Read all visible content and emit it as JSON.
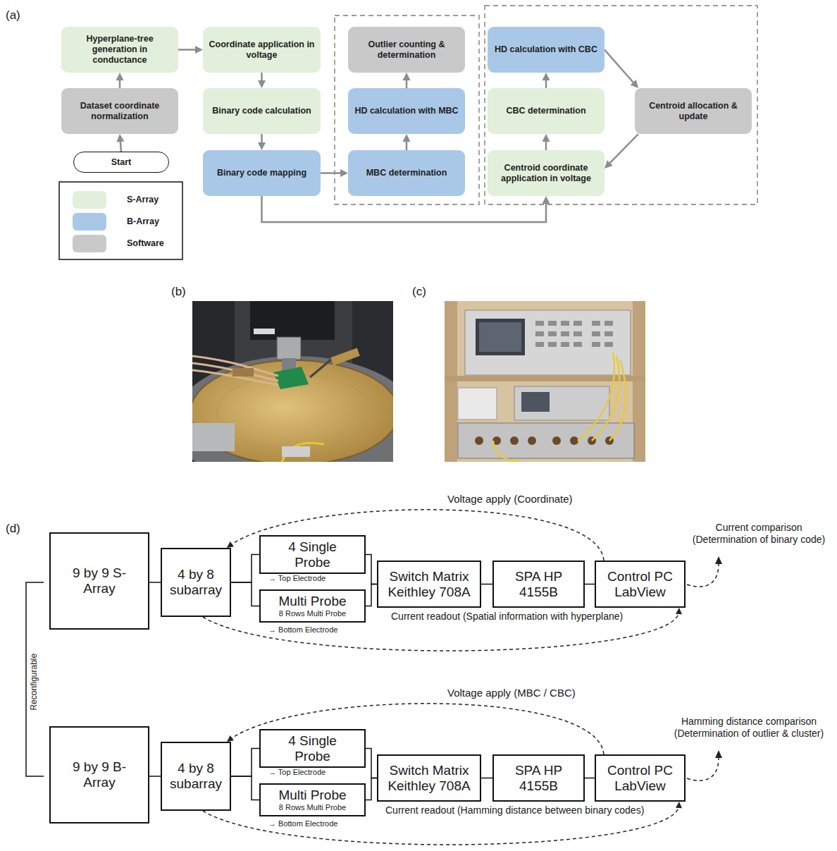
{
  "diagram": {
    "nodes": [
      {
        "text": [
          "Hyperplane-tree generation in conductance"
        ]
      },
      {
        "text": [
          "Dataset coordinate normalization"
        ]
      },
      {
        "text": [
          "Start"
        ]
      },
      {
        "text": [
          "Coordinate application in voltage"
        ]
      },
      {
        "text": [
          "Binary code calculation"
        ]
      },
      {
        "text": [
          "Binary code mapping"
        ]
      },
      {
        "text": [
          "Outlier counting & determination"
        ]
      },
      {
        "text": [
          "HD calculation with MBC"
        ]
      },
      {
        "text": [
          "MBC determination"
        ]
      },
      {
        "text": [
          "HD calculation with CBC"
        ]
      },
      {
        "text": [
          "CBC determination"
        ]
      },
      {
        "text": [
          "Centroid coordinate application in voltage"
        ]
      },
      {
        "text": [
          "Centroid allocation & update"
        ]
      },
      {
        "text": [
          "9 by 9 S-Array"
        ]
      },
      {
        "text": [
          "4 by 8 subarray"
        ]
      },
      {
        "text": [
          "4 Single Probe"
        ]
      },
      {
        "text": [
          "Multi Probe",
          "8 Rows Multi Probe"
        ]
      },
      {
        "text": [
          "Switch Matrix Keithley 708A"
        ]
      },
      {
        "text": [
          "SPA HP 4155B"
        ]
      },
      {
        "text": [
          "Control PC LabView"
        ]
      },
      {
        "text": [
          "9 by 9 B-Array"
        ]
      },
      {
        "text": [
          "4 by 8 subarray"
        ]
      },
      {
        "text": [
          "4 Single Probe"
        ]
      },
      {
        "text": [
          "Multi Probe",
          "8 Rows Multi Probe"
        ]
      },
      {
        "text": [
          "Switch Matrix Keithley 708A"
        ]
      },
      {
        "text": [
          "SPA HP 4155B"
        ]
      },
      {
        "text": [
          "Control PC LabView"
        ]
      }
    ],
    "edges": [
      {
        "from": 2,
        "to": 1,
        "arrow": "to"
      },
      {
        "from": 1,
        "to": 0,
        "arrow": "to"
      },
      {
        "from": 0,
        "to": 3,
        "arrow": "to"
      },
      {
        "from": 3,
        "to": 4,
        "arrow": "to"
      },
      {
        "from": 4,
        "to": 5,
        "arrow": "to"
      },
      {
        "from": 5,
        "to": 8,
        "arrow": "to"
      },
      {
        "from": 8,
        "to": 7,
        "arrow": "to"
      },
      {
        "from": 7,
        "to": 6,
        "arrow": "to"
      },
      {
        "from": 5,
        "to": 11,
        "arrow": "to"
      },
      {
        "from": 11,
        "to": 10,
        "arrow": "to"
      },
      {
        "from": 10,
        "to": 9,
        "arrow": "to"
      },
      {
        "from": 9,
        "to": 12,
        "arrow": "to"
      },
      {
        "from": 12,
        "to": 11,
        "arrow": "to"
      },
      {
        "from": 13,
        "to": 14,
        "arrow": "none"
      },
      {
        "from": 14,
        "to": 15,
        "arrow": "none"
      },
      {
        "from": 14,
        "to": 16,
        "arrow": "none"
      },
      {
        "from": 15,
        "to": 17,
        "arrow": "none"
      },
      {
        "from": 16,
        "to": 17,
        "arrow": "none"
      },
      {
        "from": 17,
        "to": 18,
        "arrow": "none"
      },
      {
        "from": 18,
        "to": 19,
        "arrow": "none"
      },
      {
        "from": 19,
        "to": 14,
        "label": "Voltage apply (Coordinate)",
        "arrow": "to"
      },
      {
        "from": 14,
        "to": 19,
        "label": "Current readout (Spatial information with hyperplane)",
        "arrow": "to"
      },
      {
        "from": 20,
        "to": 21,
        "arrow": "none"
      },
      {
        "from": 21,
        "to": 22,
        "arrow": "none"
      },
      {
        "from": 21,
        "to": 23,
        "arrow": "none"
      },
      {
        "from": 22,
        "to": 24,
        "arrow": "none"
      },
      {
        "from": 23,
        "to": 24,
        "arrow": "none"
      },
      {
        "from": 24,
        "to": 25,
        "arrow": "none"
      },
      {
        "from": 25,
        "to": 26,
        "arrow": "none"
      },
      {
        "from": 26,
        "to": 21,
        "label": "Voltage apply (MBC / CBC)",
        "arrow": "to"
      },
      {
        "from": 21,
        "to": 26,
        "label": "Current readout (Hamming distance between binary codes)",
        "arrow": "to"
      }
    ],
    "labels": [
      "(a)",
      "(b)",
      "(c)",
      "(d)",
      "→ Top Electrode",
      "→ Bottom Electrode",
      "Current comparison (Determination of binary code)",
      "Reconfigurable",
      "→ Top Electrode",
      "→ Bottom Electrode",
      "Hamming distance comparison (Determination of outlier & cluster)"
    ],
    "legend": [
      {
        "text": "S-Array",
        "color": "#e2efda"
      },
      {
        "text": "B-Array",
        "color": "#a9c8e8"
      },
      {
        "text": "Software",
        "color": "#c9c9c9"
      }
    ]
  }
}
